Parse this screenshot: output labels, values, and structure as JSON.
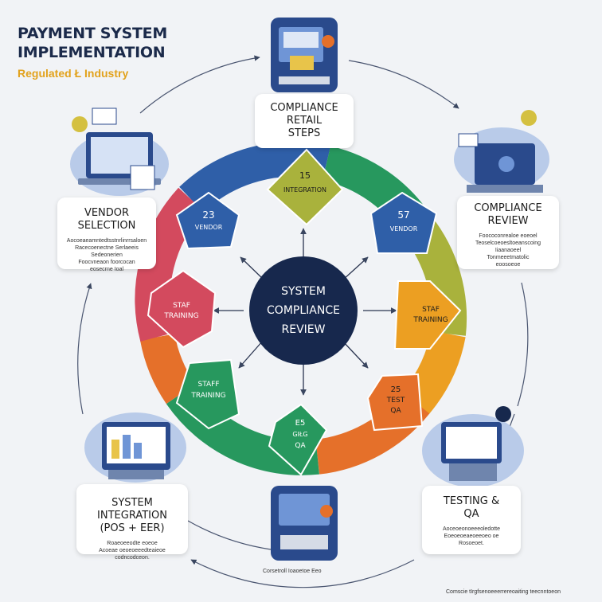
{
  "header": {
    "title_line1": "PAYMENT SYSTEM",
    "title_line2": "IMPLEMENTATION",
    "subtitle": "Regulated Ł Industry"
  },
  "center": {
    "line1": "SYSTEM",
    "line2": "COMPLIANCE",
    "line3": "REVIEW"
  },
  "ring_labels": [
    {
      "id": "integration",
      "num": "15",
      "label": "INTEGRATION",
      "color": "#a9b23c"
    },
    {
      "id": "vendor-right",
      "num": "57",
      "label": "VENDOR",
      "color": "#2f5fa8"
    },
    {
      "id": "staff-right",
      "num": "",
      "label1": "STAF",
      "label2": "TRAINING",
      "color": "#ec9f22"
    },
    {
      "id": "test-qa",
      "num": "25",
      "label1": "TEST",
      "label2": "QA",
      "color": "#e5702a"
    },
    {
      "id": "qa-bottom",
      "num": "E5",
      "label1": "GIŁG",
      "label2": "QA",
      "color": "#27985e"
    },
    {
      "id": "staff-left-lower",
      "label1": "STAFF",
      "label2": "TRAINING",
      "color": "#27985e"
    },
    {
      "id": "staff-left",
      "label1": "STAF",
      "label2": "TRAINING",
      "color": "#d34a5e"
    },
    {
      "id": "vendor-left",
      "num": "23",
      "label": "VENDOR",
      "color": "#2f5fa8"
    }
  ],
  "cards": {
    "compliance_retail": {
      "line1": "COMPLIANCE",
      "line2": "RETAIL",
      "line3": "STEPS"
    },
    "vendor_selection": {
      "line1": "VENDOR",
      "line2": "SELECTION",
      "desc": [
        "Aocoeaeamntedtsstnrlinrrsaloen",
        "Racecoenectne Serlaeeis",
        "Sedeonerien",
        "Foocvneaon foorcocan",
        "eosecrne Ioal"
      ]
    },
    "compliance_review": {
      "line1": "COMPLIANCE",
      "line2": "REVIEW",
      "desc": [
        "Foococonrealoe eoeoel",
        "Teoselcoeoesltoeanscoing",
        "Iiaanaoeel",
        "Tonmeeetmatolic",
        "eoosoeoe"
      ]
    },
    "system_integration": {
      "line1": "SYSTEM INTEGRATION",
      "line2": "(POS + EER)",
      "desc": [
        "Roaeoeeodte eoeoe",
        "Acoeae oeoeoeeedteaieoe",
        "codncodceon."
      ]
    },
    "testing_qa": {
      "line1": "TESTING &",
      "line2": "QA",
      "desc": [
        "Aoceoeonoeeeoledotte",
        "Eoeoeoeaeoeeoeo oe",
        "Rosoeoet."
      ]
    }
  },
  "footer": {
    "bottom_center": "Corsetroll Ioaoetoe Eeo",
    "bottom_right": "Comscie tIrgfsenoeeerrereoaiting teecnntoeon"
  },
  "colors": {
    "navy": "#17284d",
    "blue": "#2f5fa8",
    "olive": "#a9b23c",
    "yellow": "#ec9f22",
    "orange": "#e5702a",
    "green": "#27985e",
    "red": "#d34a5e",
    "accent": "#e2a21c"
  }
}
